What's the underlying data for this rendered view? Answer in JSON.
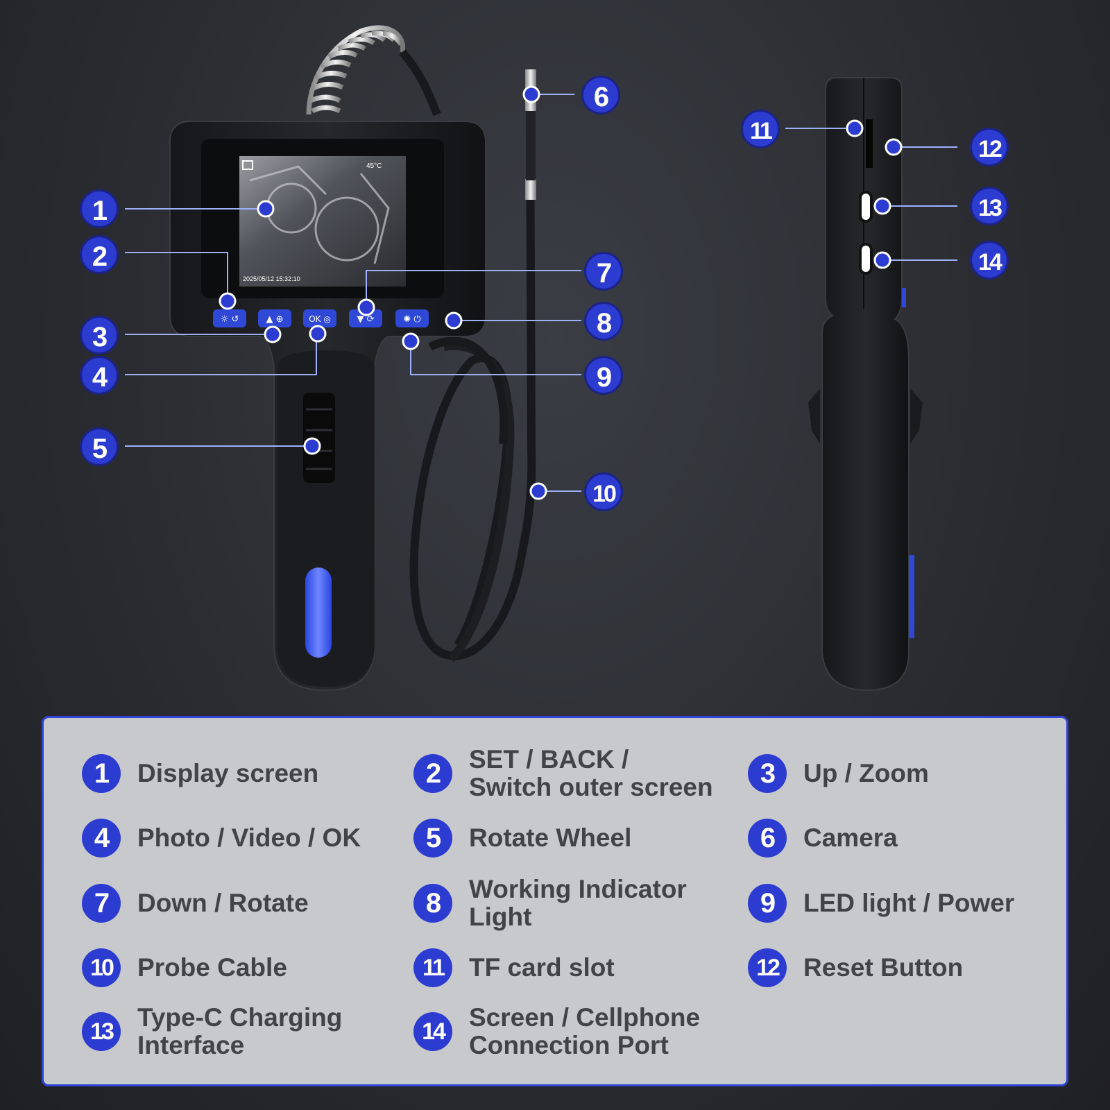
{
  "device_screen": {
    "temperature": "45°C",
    "timestamp": "2025/05/12  15:32:10",
    "buttons": [
      {
        "label": "☼ ↺"
      },
      {
        "label": "▲ ⊕"
      },
      {
        "label": "OK ◎"
      },
      {
        "label": "▼ ⟳"
      },
      {
        "label": "✺ ⏻"
      }
    ]
  },
  "callouts": [
    "1",
    "2",
    "3",
    "4",
    "5",
    "6",
    "7",
    "8",
    "9",
    "10",
    "11",
    "12",
    "13",
    "14"
  ],
  "legend": {
    "items": [
      {
        "num": "1",
        "text": "Display screen"
      },
      {
        "num": "2",
        "text": "SET / BACK /\nSwitch outer screen"
      },
      {
        "num": "3",
        "text": "Up / Zoom"
      },
      {
        "num": "4",
        "text": "Photo / Video / OK"
      },
      {
        "num": "5",
        "text": "Rotate Wheel"
      },
      {
        "num": "6",
        "text": "Camera"
      },
      {
        "num": "7",
        "text": "Down / Rotate"
      },
      {
        "num": "8",
        "text": "Working Indicator\nLight"
      },
      {
        "num": "9",
        "text": "LED light / Power"
      },
      {
        "num": "10",
        "text": "Probe Cable"
      },
      {
        "num": "11",
        "text": "TF card slot"
      },
      {
        "num": "12",
        "text": "Reset Button"
      },
      {
        "num": "13",
        "text": "Type-C Charging\nInterface"
      },
      {
        "num": "14",
        "text": "Screen / Cellphone\nConnection Port"
      }
    ]
  },
  "colors": {
    "accent": "#2c3bd0",
    "background": "#2a2c31",
    "legend_bg": "#c8c9cc",
    "legend_text": "#424346"
  }
}
